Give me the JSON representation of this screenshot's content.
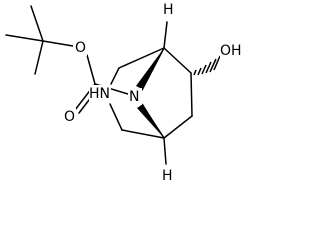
{
  "molecule": {
    "atoms": {
      "oxygen_ether": "O",
      "oxygen_carbonyl": "O",
      "nitrogen_ring": "N",
      "amine": "HN",
      "hydroxyl": "OH",
      "hydrogen_top": "H",
      "hydrogen_bottom": "H"
    }
  }
}
